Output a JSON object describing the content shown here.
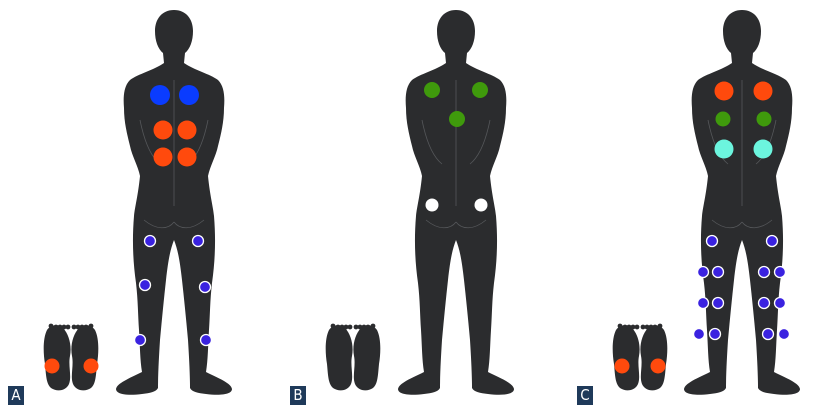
{
  "panels": [
    {
      "label": "A",
      "body_dots": [
        {
          "color": "blue"
        },
        {
          "color": "blue"
        },
        {
          "color": "orange"
        },
        {
          "color": "orange"
        },
        {
          "color": "orange"
        },
        {
          "color": "orange"
        }
      ],
      "leg_points": 6,
      "foot_dots": 2,
      "foot_dot_color": "orange"
    },
    {
      "label": "B",
      "body_dots": [
        {
          "color": "green"
        },
        {
          "color": "green"
        },
        {
          "color": "green"
        },
        {
          "color": "white"
        },
        {
          "color": "white"
        }
      ],
      "leg_points": 0,
      "foot_dots": 0,
      "foot_dot_color": ""
    },
    {
      "label": "C",
      "body_dots": [
        {
          "color": "orange"
        },
        {
          "color": "orange"
        },
        {
          "color": "green"
        },
        {
          "color": "green"
        },
        {
          "color": "cyan"
        },
        {
          "color": "cyan"
        }
      ],
      "leg_points": 14,
      "foot_dots": 2,
      "foot_dot_color": "orange"
    }
  ],
  "colors": {
    "silhouette": "#2b2c2e",
    "blue": "#0a3cff",
    "orange": "#ff4a0d",
    "green": "#3f9a0c",
    "cyan": "#6cf5de",
    "white": "#ffffff",
    "leg_point": "#3a22e0",
    "label_bg": "#1f3a5a"
  }
}
